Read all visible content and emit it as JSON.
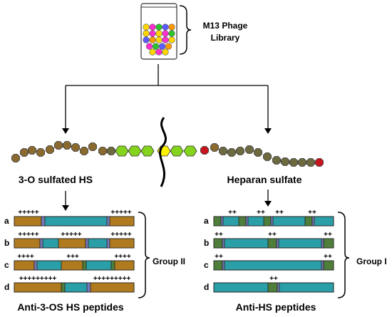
{
  "header": {
    "library_line1": "M13 Phage",
    "library_line2": "Library"
  },
  "sections": {
    "left_title": "3-O sulfated HS",
    "right_title": "Heparan sulfate",
    "left_caption": "Anti-3-OS HS peptides",
    "right_caption": "Anti-HS peptides"
  },
  "groups": {
    "left": "Group II",
    "right": "Group I"
  },
  "left_rows": [
    {
      "letter": "a",
      "charges": [
        "+++++",
        "+++++"
      ]
    },
    {
      "letter": "b",
      "charges": [
        "+++++",
        "+++++",
        "+++++"
      ]
    },
    {
      "letter": "c",
      "charges": [
        "++++",
        "+++",
        "++++"
      ]
    },
    {
      "letter": "d",
      "charges": [
        "+++++++++",
        "+++++++++"
      ]
    }
  ],
  "right_rows": [
    {
      "letter": "a",
      "charges": [
        "++",
        "++",
        "++",
        "++"
      ]
    },
    {
      "letter": "b",
      "charges": [
        "++",
        "++",
        "++"
      ]
    },
    {
      "letter": "c",
      "charges": [
        "++",
        "++"
      ]
    },
    {
      "letter": "d",
      "charges": [
        "++"
      ]
    }
  ],
  "colors": {
    "teal": "#2A9FA8",
    "brown": "#B07A1F",
    "green": "#4F7D3A",
    "purple": "#7878B8",
    "chain_brown": "#8B6A30",
    "chain_olive": "#6E6A40",
    "chain_lime": "#84D31C",
    "chain_yellow": "#FFF200",
    "chain_red": "#C8141E"
  }
}
